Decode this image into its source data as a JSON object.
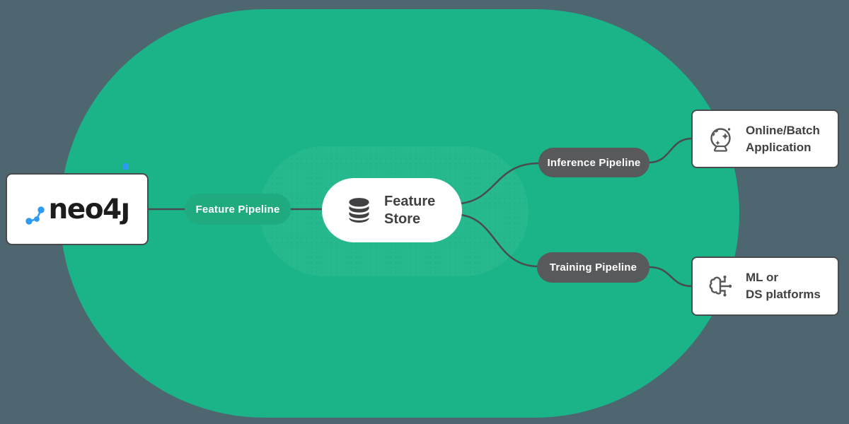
{
  "diagram": {
    "neo4j": {
      "brand": "neo4j",
      "brand_prefix": "neo4",
      "brand_j_dotless": "ȷ"
    },
    "labels": {
      "feature_pipeline": "Feature Pipeline",
      "inference_pipeline": "Inference Pipeline",
      "training_pipeline": "Training Pipeline"
    },
    "feature_store": {
      "line1": "Feature",
      "line2": "Store"
    },
    "online_batch_card": {
      "line1": "Online/Batch",
      "line2": "Application"
    },
    "ml_ds_card": {
      "line1": "ML or",
      "line2": "DS platforms"
    },
    "icons": {
      "feature_store": "database-icon",
      "online_batch": "crystal-ball-icon",
      "ml_ds": "brain-circuit-icon",
      "neo4j": "neo4j-graph-icon"
    },
    "colors": {
      "page_bg": "#4d6670",
      "outer_green": "#1ab488",
      "inner_green": "#27b98e",
      "feature_pill_green": "#1faa7f",
      "dark_pill_gray": "#58595b",
      "connector_gray": "#4a4b4c",
      "dark_text": "#414042",
      "node_white": "#ffffff",
      "neo4j_blue": "#2e9bf3",
      "neo4j_text": "#1c1c1c"
    }
  }
}
